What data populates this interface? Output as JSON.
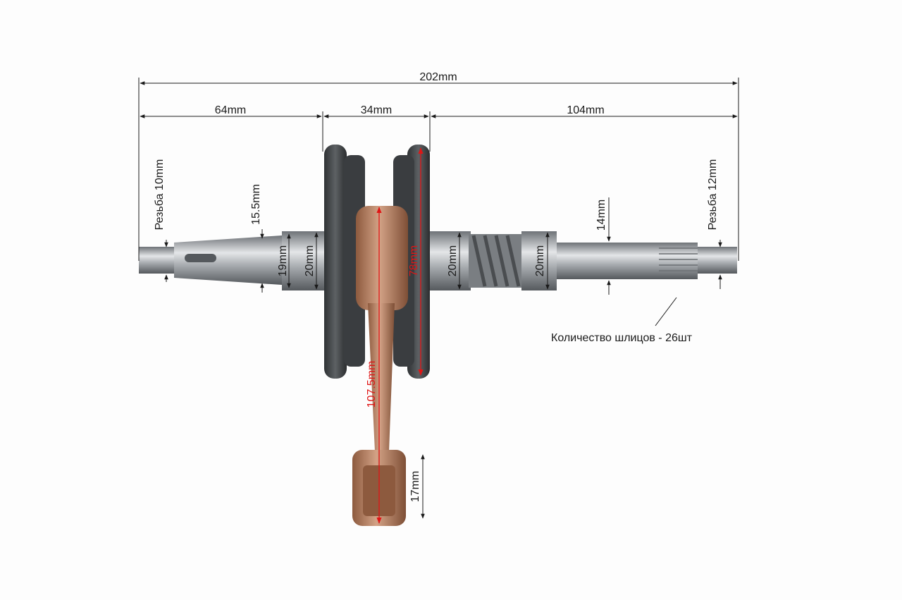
{
  "dimensions": {
    "overall_length": "202mm",
    "left_shaft_length": "64mm",
    "crank_width": "34mm",
    "right_shaft_length": "104mm",
    "left_thread": "Резьба 10mm",
    "left_taper_diameter": "15.5mm",
    "left_seal_diameter": "19mm",
    "left_bearing_diameter": "20mm",
    "flywheel_diameter": "78mm",
    "right_bearing_diameter": "20mm",
    "right_journal_diameter": "20mm",
    "right_shaft_diameter": "14mm",
    "right_thread": "Резьба 12mm",
    "conrod_length": "107.5mm",
    "small_end_diameter": "17mm"
  },
  "spline_note": "Количество шлицов - 26шт",
  "colors": {
    "dimension_line": "#1a1a1a",
    "highlight": "#e01515",
    "steel": "#9a9ea3",
    "bronze": "#b98566",
    "cast": "#3f4245"
  }
}
